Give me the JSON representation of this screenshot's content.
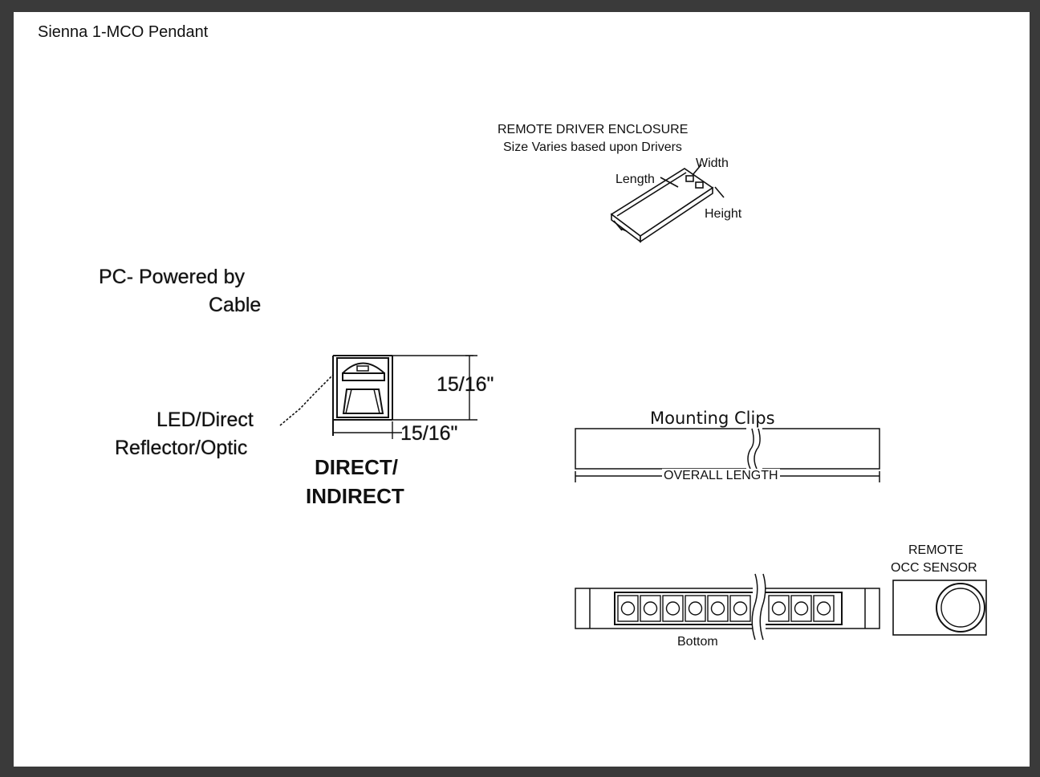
{
  "title": "Sienna 1-MCO Pendant",
  "driver": {
    "heading": "REMOTE DRIVER ENCLOSURE",
    "subheading": "Size Varies based upon Drivers",
    "length_label": "Length",
    "width_label": "Width",
    "height_label": "Height"
  },
  "power": {
    "line1": "PC- Powered by",
    "line2": "Cable"
  },
  "profile": {
    "height_dim": "15/16\"",
    "width_dim": "15/16\"",
    "led_line1": "LED/Direct",
    "led_line2": "Reflector/Optic",
    "type_line1": "DIRECT/",
    "type_line2": "INDIRECT"
  },
  "side_view": {
    "clips_label": "Mounting Clips",
    "length_label": "OVERALL LENGTH"
  },
  "bottom_view": {
    "label": "Bottom"
  },
  "sensor": {
    "line1": "REMOTE",
    "line2": "OCC SENSOR"
  }
}
